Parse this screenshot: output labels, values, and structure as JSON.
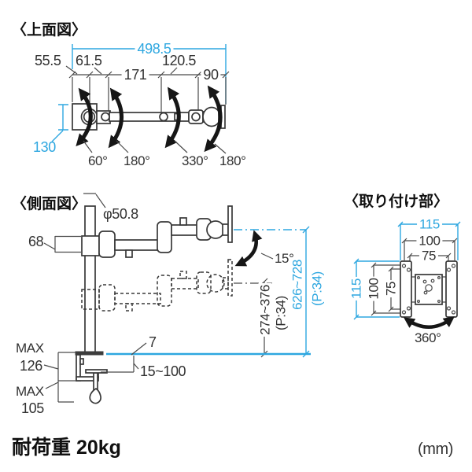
{
  "colors": {
    "accent": "#2EA7E0",
    "ink": "#323232"
  },
  "top_view": {
    "title": "〈上面図〉",
    "total_width": "498.5",
    "seg1": "55.5",
    "seg2": "61.5",
    "seg3": "171",
    "seg4": "120.5",
    "seg5": "90",
    "base_depth": "130",
    "angles": [
      "60°",
      "180°",
      "330°",
      "180°"
    ]
  },
  "side_view": {
    "title": "〈側面図〉",
    "pole_diameter": "φ50.8",
    "clamp_collar_height": "68",
    "tilt_angle": "15°",
    "overall_height": "626~728",
    "overall_height_note": "(P:34)",
    "arm_height": "274~376",
    "arm_height_note": "(P:34)",
    "base_plate_thickness": "7",
    "desk_thickness": "15~100",
    "max1_label": "MAX",
    "max1_value": "126",
    "max2_label": "MAX",
    "max2_value": "105"
  },
  "mount_view": {
    "title": "〈取り付け部〉",
    "width_outer": "115",
    "width_holes": "100",
    "width_vesa": "75",
    "height_outer": "115",
    "height_holes": "100",
    "height_vesa": "75",
    "rotation": "360°"
  },
  "footer": {
    "load_capacity": "耐荷重 20kg",
    "unit": "(mm)"
  }
}
